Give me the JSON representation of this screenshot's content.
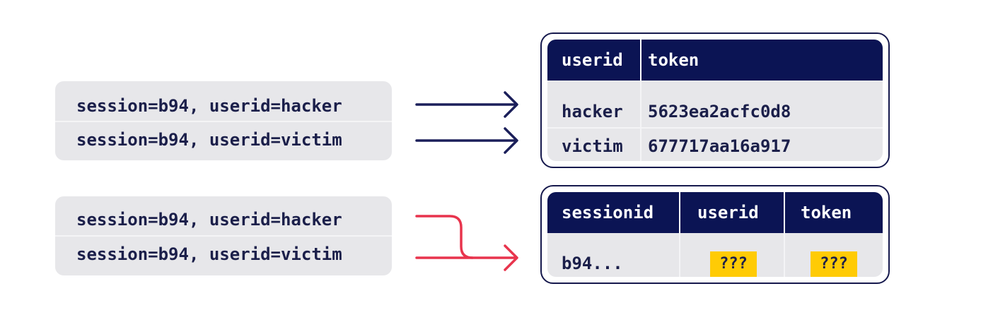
{
  "top": {
    "requests": [
      "session=b94, userid=hacker",
      "session=b94, userid=victim"
    ],
    "table": {
      "headers": [
        "userid",
        "token"
      ],
      "rows": [
        [
          "hacker",
          "5623ea2acfc0d8"
        ],
        [
          "victim",
          "677717aa16a917"
        ]
      ]
    }
  },
  "bottom": {
    "requests": [
      "session=b94, userid=hacker",
      "session=b94, userid=victim"
    ],
    "table": {
      "headers": [
        "sessionid",
        "userid",
        "token"
      ],
      "rows": [
        [
          "b94...",
          "???",
          "???"
        ]
      ]
    }
  },
  "colors": {
    "navy": "#0b1454",
    "arrow_navy": "#1b1f5a",
    "arrow_red": "#e8344d",
    "highlight": "#ffcb05",
    "box_gray": "#e7e7ea"
  }
}
